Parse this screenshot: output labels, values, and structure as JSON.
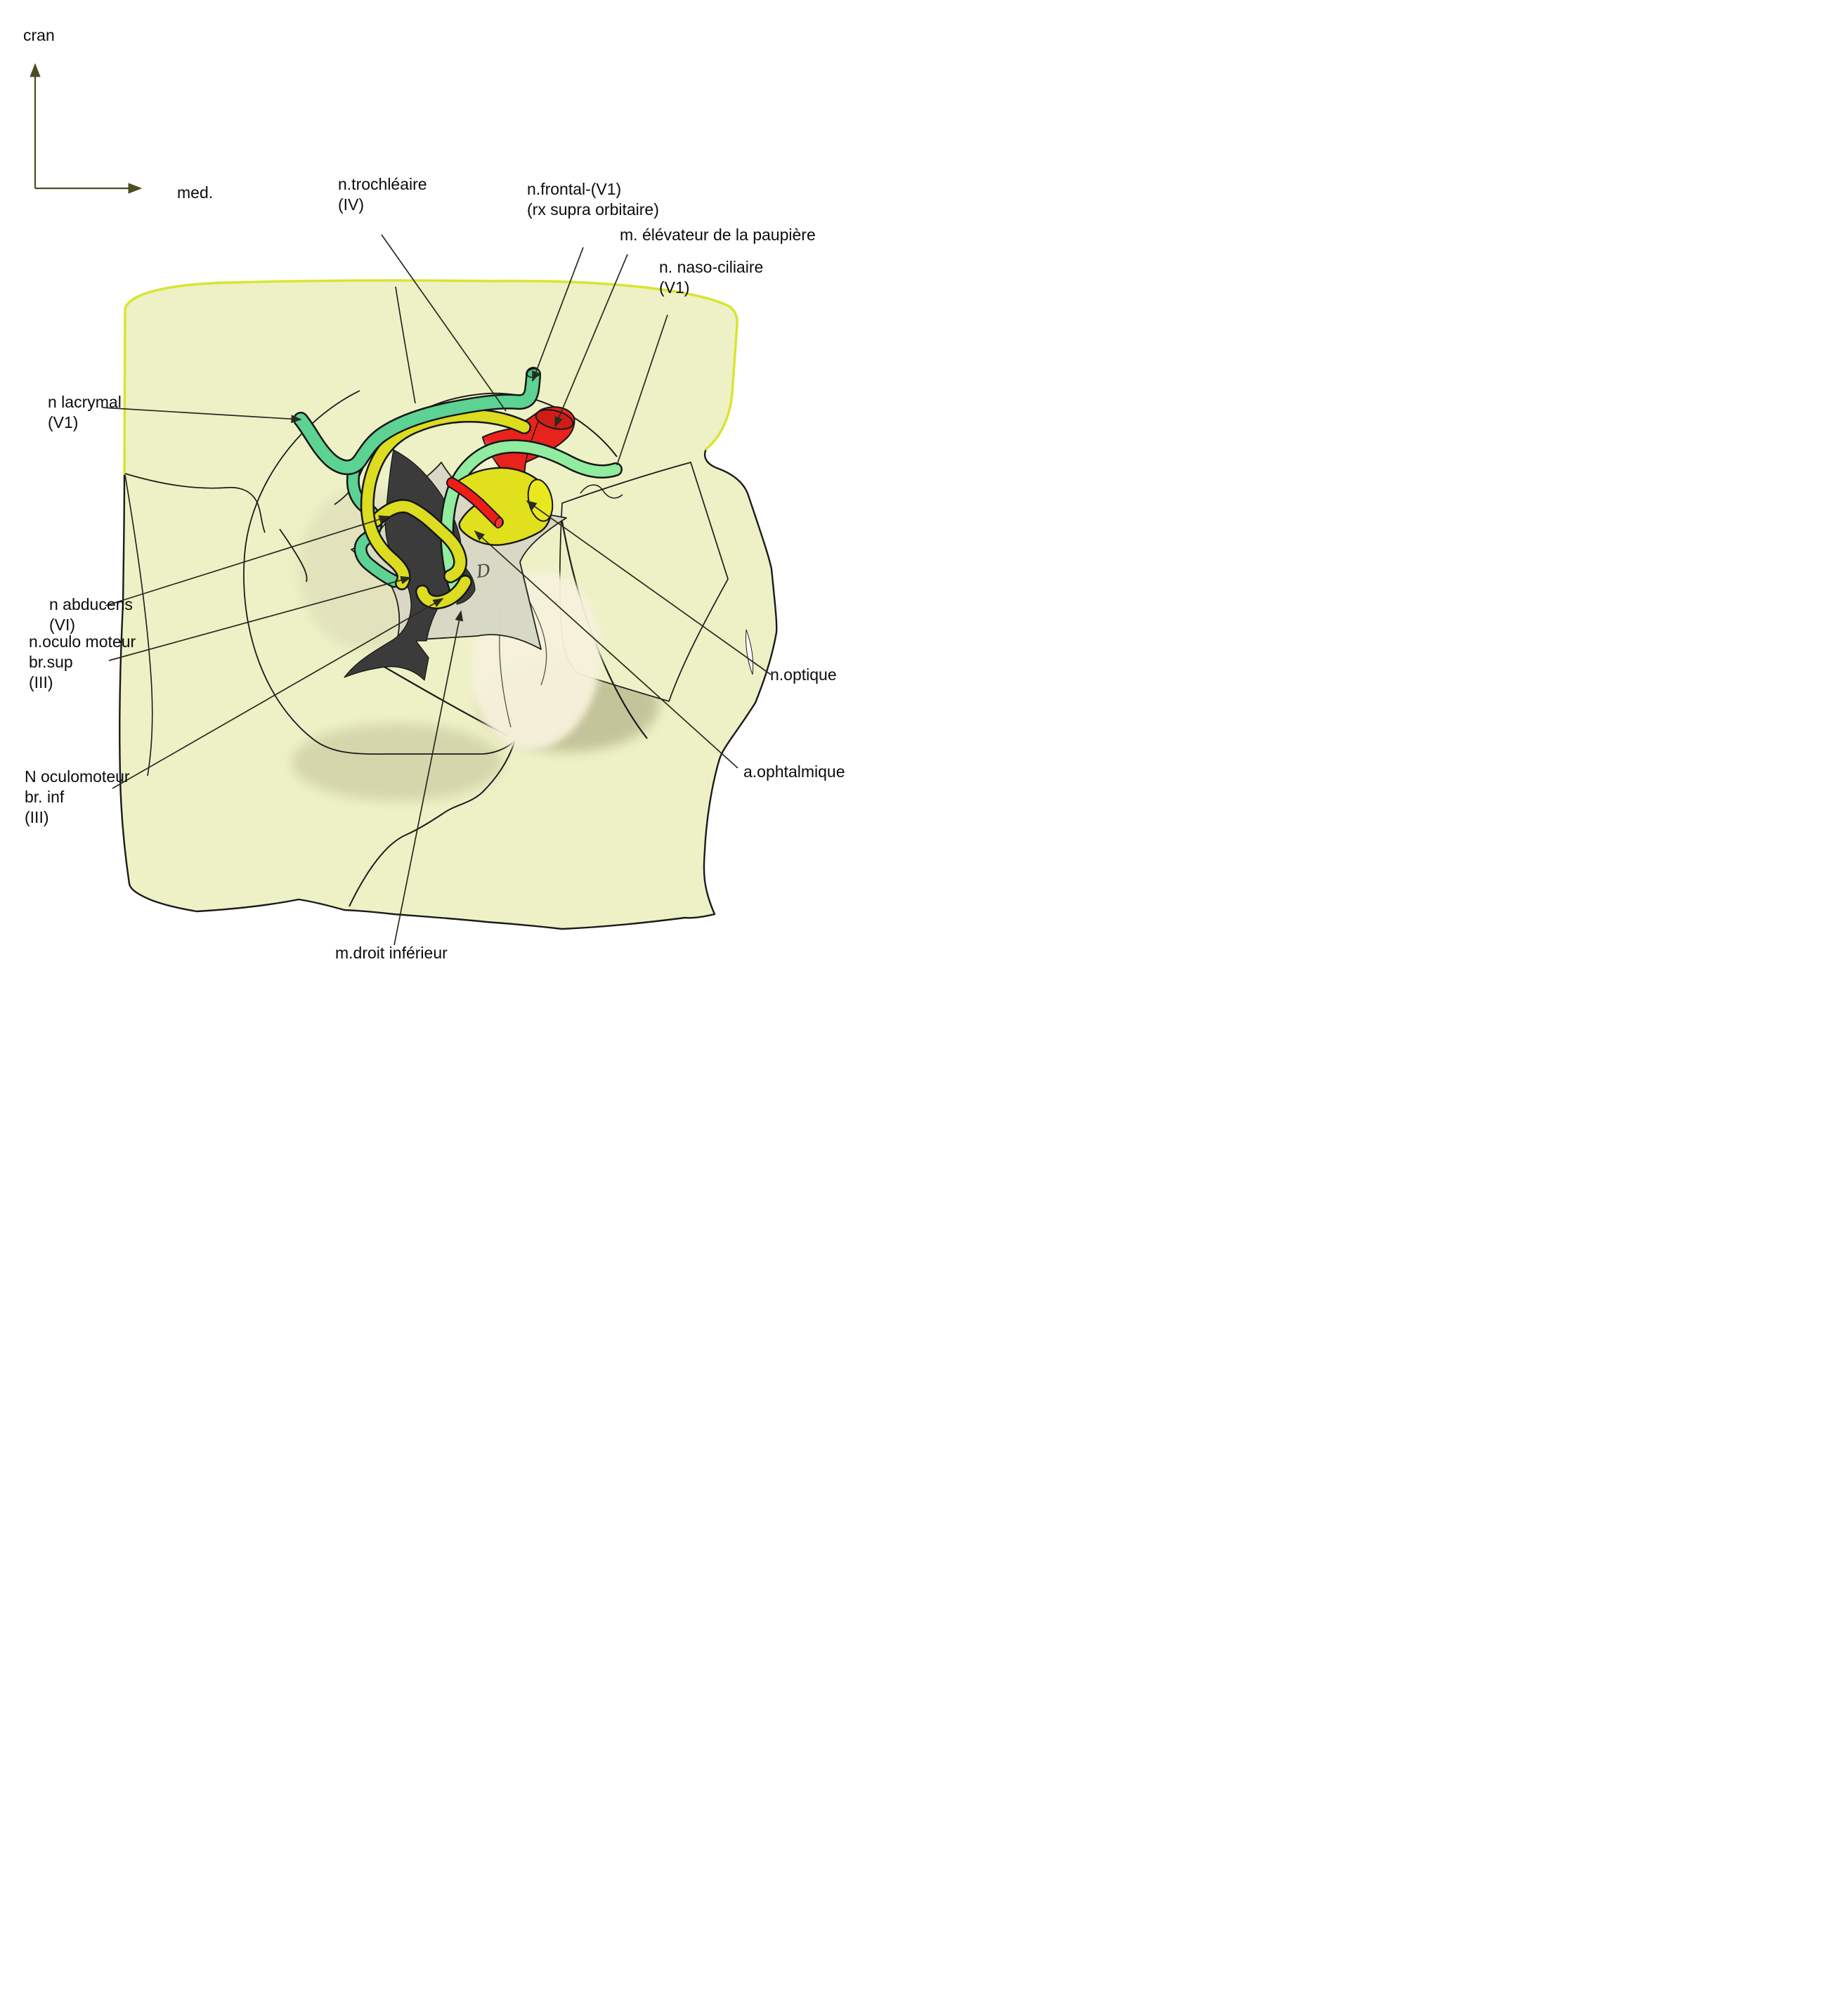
{
  "figure": {
    "type": "anatomical-diagram",
    "subject": "orbital apex / superior orbital fissure, right orbit, anterior view",
    "language": "fr"
  },
  "orientation_axes": {
    "vertical_label": "cran",
    "horizontal_label": "med."
  },
  "labels": [
    {
      "id": "axis-cranial",
      "text": "cran"
    },
    {
      "id": "axis-medial",
      "text": "med."
    },
    {
      "id": "trochlear",
      "text": "n.trochléaire\n(IV)"
    },
    {
      "id": "frontal",
      "text": "n.frontal-(V1)\n(rx supra orbitaire)"
    },
    {
      "id": "levator",
      "text": "m. élévateur de la paupière"
    },
    {
      "id": "nasociliary",
      "text": "n. naso-ciliaire\n(V1)"
    },
    {
      "id": "lacrimal",
      "text": "n lacrymal\n(V1)"
    },
    {
      "id": "abducens",
      "text": "n abducens\n(VI)"
    },
    {
      "id": "oculomotor-sup",
      "text": "n.oculo moteur\nbr.sup\n(III)"
    },
    {
      "id": "oculomotor-inf",
      "text": "N oculomoteur\nbr. inf\n(III)"
    },
    {
      "id": "inferior-rectus",
      "text": "m.droit inférieur"
    },
    {
      "id": "optic-nerve",
      "text": "n.optique"
    },
    {
      "id": "ophthalmic-artery",
      "text": "a.ophtalmique"
    }
  ],
  "signature": "D",
  "colors": {
    "plate_fill": "#edf1c5",
    "plate_border_yellow": "#d9e42e",
    "outline_black": "#1b1b1b",
    "v1_nerve_mint": "#5cd293",
    "nasociliary_green": "#90ec9e",
    "motor_nerve_yellow": "#dcdc20",
    "optic_nerve_yellow": "#e0e01c",
    "optic_cap_yellow": "#e9e81f",
    "artery_red": "#ee1d17",
    "muscle_red": "#e8221c",
    "fissure_dark": "#3b3b3b",
    "annulus_gray": "#d8d8c6",
    "muscle_beige": "#f6f2dc",
    "leader_line": "#2a2a20",
    "axis_line": "#4b4d20"
  }
}
